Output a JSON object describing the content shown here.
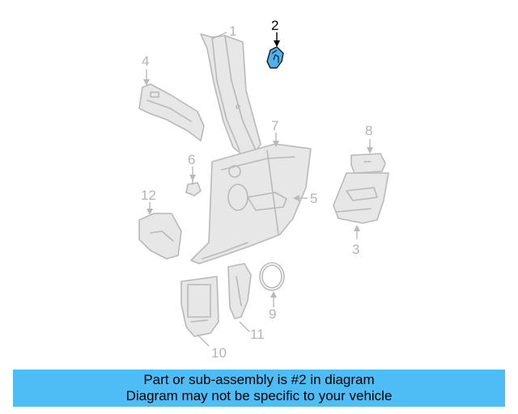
{
  "colors": {
    "highlight": "#4db3ee",
    "banner": "#4ebcf5",
    "lines": "#b9b9b9"
  },
  "callouts": {
    "p1": "1",
    "p2": "2",
    "p3": "3",
    "p4": "4",
    "p5": "5",
    "p6": "6",
    "p7": "7",
    "p8": "8",
    "p9": "9",
    "p10": "10",
    "p11": "11",
    "p12": "12"
  },
  "highlighted_part": "2",
  "banner": {
    "line1": "Part or sub-assembly is #2 in diagram",
    "line2": "Diagram may not be specific to your vehicle"
  }
}
